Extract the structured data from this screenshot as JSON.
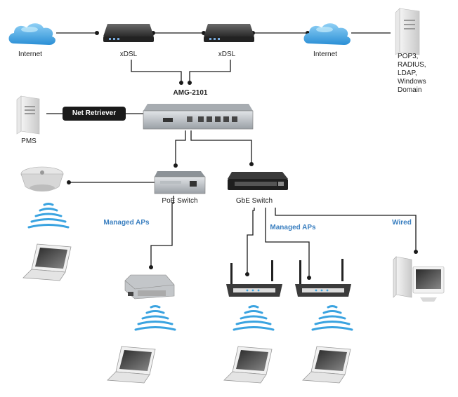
{
  "labels": {
    "internet_left": "Internet",
    "xdsl_left": "xDSL",
    "xdsl_right": "xDSL",
    "internet_right": "Internet",
    "pop3": "POP3,",
    "radius": "RADIUS,",
    "ldap": "LDAP,",
    "windows": "Windows",
    "domain": "Domain",
    "gateway": "AMG-2101",
    "net_retriever": "Net Retriever",
    "pms": "PMS",
    "poe_switch": "PoE Switch",
    "gbe_switch": "GbE Switch",
    "managed_aps_left": "Managed APs",
    "managed_aps_right": "Managed APs",
    "wired": "Wired"
  },
  "colors": {
    "cloud": "#3aa3e0",
    "cloud_highlight": "#9fd6f5",
    "line": "#1a1a1a",
    "accent_text": "#3a7fc0",
    "wifi": "#3aa3e0",
    "device_dark": "#3c3c3c",
    "device_light": "#cfd3d6"
  }
}
